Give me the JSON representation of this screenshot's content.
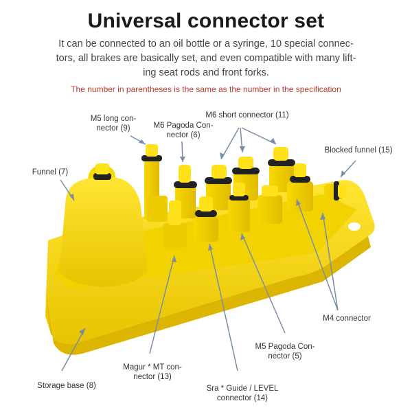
{
  "header": {
    "title": "Universal connector set",
    "description": "It can be connected to an oil bottle or a syringe, 10 special connec-\ntors, all brakes are basically set, and even compatible with many lift-\ning seat rods and front forks.",
    "note": "The number in parentheses is the same as the number in the specification"
  },
  "labels": {
    "m5_long": "M5 long con-\nnector (9)",
    "m6_pagoda": "M6 Pagoda Con-\nnector (6)",
    "m6_short": "M6 short connector (11)",
    "blocked_funnel": "Blocked funnel (15)",
    "funnel": "Funnel (7)",
    "m4": "M4 connector",
    "m5_pagoda": "M5 Pagoda Con-\nnector (5)",
    "magur": "Magur * MT con-\nnector (13)",
    "storage_base": "Storage base (8)",
    "sra": "Sra * Guide / LEVEL\nconnector (14)"
  },
  "colors": {
    "product_yellow": "#f5d800",
    "note_red": "#c0392b",
    "callout_line": "#7a8da6"
  }
}
